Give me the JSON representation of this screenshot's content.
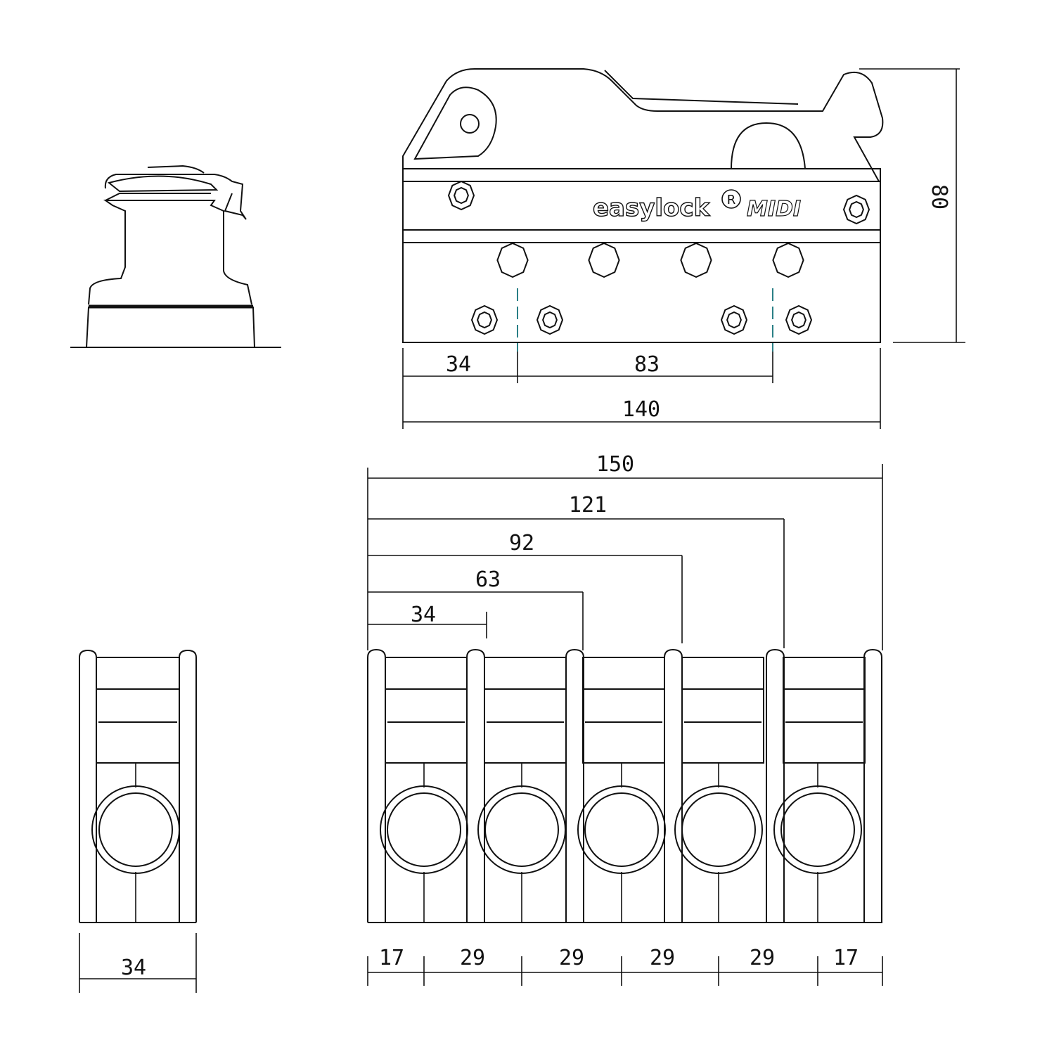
{
  "brand": {
    "name": "easylock",
    "registered": "R",
    "model": "MIDI"
  },
  "top_view": {
    "dims": {
      "hole_offset": "34",
      "hole_spacing": "83",
      "length": "140",
      "height": "80"
    }
  },
  "front_view": {
    "overall_dims": {
      "d150": "150",
      "d121": "121",
      "d92": "92",
      "d63": "63",
      "d34": "34"
    },
    "spacing_dims": [
      "17",
      "29",
      "29",
      "29",
      "29",
      "17"
    ]
  },
  "side_view": {
    "width": "34"
  }
}
